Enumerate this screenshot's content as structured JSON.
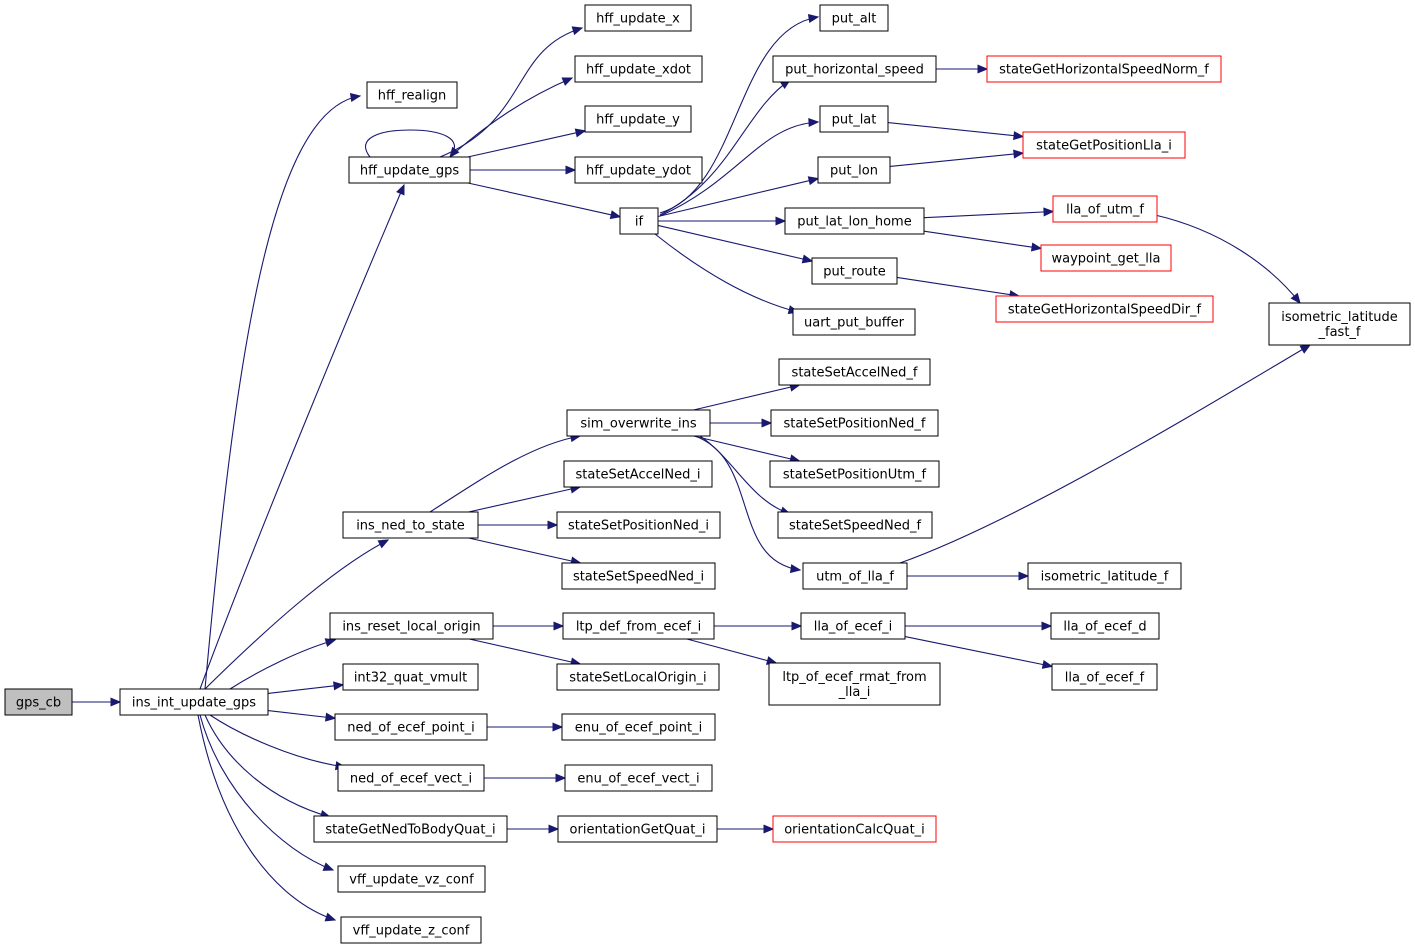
{
  "colors": {
    "edge": "#191970",
    "external_border": "#ff0000",
    "root_fill": "#bfbfbf",
    "node_border": "#000000"
  },
  "nodes": [
    {
      "id": "gps_cb",
      "lines": [
        "gps_cb"
      ],
      "style": "root"
    },
    {
      "id": "ins_int_update_gps",
      "lines": [
        "ins_int_update_gps"
      ]
    },
    {
      "id": "hff_realign",
      "lines": [
        "hff_realign"
      ]
    },
    {
      "id": "hff_update_gps",
      "lines": [
        "hff_update_gps"
      ]
    },
    {
      "id": "hff_update_x",
      "lines": [
        "hff_update_x"
      ]
    },
    {
      "id": "hff_update_xdot",
      "lines": [
        "hff_update_xdot"
      ]
    },
    {
      "id": "hff_update_y",
      "lines": [
        "hff_update_y"
      ]
    },
    {
      "id": "hff_update_ydot",
      "lines": [
        "hff_update_ydot"
      ]
    },
    {
      "id": "if",
      "lines": [
        "if"
      ]
    },
    {
      "id": "put_alt",
      "lines": [
        "put_alt"
      ]
    },
    {
      "id": "put_horizontal_speed",
      "lines": [
        "put_horizontal_speed"
      ]
    },
    {
      "id": "put_lat",
      "lines": [
        "put_lat"
      ]
    },
    {
      "id": "put_lon",
      "lines": [
        "put_lon"
      ]
    },
    {
      "id": "put_lat_lon_home",
      "lines": [
        "put_lat_lon_home"
      ]
    },
    {
      "id": "put_route",
      "lines": [
        "put_route"
      ]
    },
    {
      "id": "uart_put_buffer",
      "lines": [
        "uart_put_buffer"
      ]
    },
    {
      "id": "stateGetHorizontalSpeedNorm_f",
      "lines": [
        "stateGetHorizontalSpeedNorm_f"
      ],
      "style": "ext"
    },
    {
      "id": "stateGetPositionLla_i",
      "lines": [
        "stateGetPositionLla_i"
      ],
      "style": "ext"
    },
    {
      "id": "lla_of_utm_f",
      "lines": [
        "lla_of_utm_f"
      ],
      "style": "ext"
    },
    {
      "id": "waypoint_get_lla",
      "lines": [
        "waypoint_get_lla"
      ],
      "style": "ext"
    },
    {
      "id": "stateGetHorizontalSpeedDir_f",
      "lines": [
        "stateGetHorizontalSpeedDir_f"
      ],
      "style": "ext"
    },
    {
      "id": "isometric_latitude_fast_f",
      "lines": [
        "isometric_latitude",
        "_fast_f"
      ]
    },
    {
      "id": "sim_overwrite_ins",
      "lines": [
        "sim_overwrite_ins"
      ]
    },
    {
      "id": "stateSetAccelNed_f",
      "lines": [
        "stateSetAccelNed_f"
      ]
    },
    {
      "id": "stateSetPositionNed_f",
      "lines": [
        "stateSetPositionNed_f"
      ]
    },
    {
      "id": "stateSetPositionUtm_f",
      "lines": [
        "stateSetPositionUtm_f"
      ]
    },
    {
      "id": "stateSetSpeedNed_f",
      "lines": [
        "stateSetSpeedNed_f"
      ]
    },
    {
      "id": "utm_of_lla_f",
      "lines": [
        "utm_of_lla_f"
      ]
    },
    {
      "id": "isometric_latitude_f",
      "lines": [
        "isometric_latitude_f"
      ]
    },
    {
      "id": "ins_ned_to_state",
      "lines": [
        "ins_ned_to_state"
      ]
    },
    {
      "id": "stateSetAccelNed_i",
      "lines": [
        "stateSetAccelNed_i"
      ]
    },
    {
      "id": "stateSetPositionNed_i",
      "lines": [
        "stateSetPositionNed_i"
      ]
    },
    {
      "id": "stateSetSpeedNed_i",
      "lines": [
        "stateSetSpeedNed_i"
      ]
    },
    {
      "id": "ins_reset_local_origin",
      "lines": [
        "ins_reset_local_origin"
      ]
    },
    {
      "id": "ltp_def_from_ecef_i",
      "lines": [
        "ltp_def_from_ecef_i"
      ]
    },
    {
      "id": "lla_of_ecef_i",
      "lines": [
        "lla_of_ecef_i"
      ]
    },
    {
      "id": "lla_of_ecef_d",
      "lines": [
        "lla_of_ecef_d"
      ]
    },
    {
      "id": "lla_of_ecef_f",
      "lines": [
        "lla_of_ecef_f"
      ]
    },
    {
      "id": "ltp_of_ecef_rmat_from_lla_i",
      "lines": [
        "ltp_of_ecef_rmat_from",
        "_lla_i"
      ]
    },
    {
      "id": "stateSetLocalOrigin_i",
      "lines": [
        "stateSetLocalOrigin_i"
      ]
    },
    {
      "id": "int32_quat_vmult",
      "lines": [
        "int32_quat_vmult"
      ]
    },
    {
      "id": "ned_of_ecef_point_i",
      "lines": [
        "ned_of_ecef_point_i"
      ]
    },
    {
      "id": "enu_of_ecef_point_i",
      "lines": [
        "enu_of_ecef_point_i"
      ]
    },
    {
      "id": "ned_of_ecef_vect_i",
      "lines": [
        "ned_of_ecef_vect_i"
      ]
    },
    {
      "id": "enu_of_ecef_vect_i",
      "lines": [
        "enu_of_ecef_vect_i"
      ]
    },
    {
      "id": "stateGetNedToBodyQuat_i",
      "lines": [
        "stateGetNedToBodyQuat_i"
      ]
    },
    {
      "id": "orientationGetQuat_i",
      "lines": [
        "orientationGetQuat_i"
      ]
    },
    {
      "id": "orientationCalcQuat_i",
      "lines": [
        "orientationCalcQuat_i"
      ],
      "style": "ext"
    },
    {
      "id": "vff_update_vz_conf",
      "lines": [
        "vff_update_vz_conf"
      ]
    },
    {
      "id": "vff_update_z_conf",
      "lines": [
        "vff_update_z_conf"
      ]
    }
  ],
  "edges": [
    [
      "gps_cb",
      "ins_int_update_gps"
    ],
    [
      "ins_int_update_gps",
      "hff_realign"
    ],
    [
      "ins_int_update_gps",
      "hff_update_gps"
    ],
    [
      "ins_int_update_gps",
      "ins_ned_to_state"
    ],
    [
      "ins_int_update_gps",
      "ins_reset_local_origin"
    ],
    [
      "ins_int_update_gps",
      "int32_quat_vmult"
    ],
    [
      "ins_int_update_gps",
      "ned_of_ecef_point_i"
    ],
    [
      "ins_int_update_gps",
      "ned_of_ecef_vect_i"
    ],
    [
      "ins_int_update_gps",
      "stateGetNedToBodyQuat_i"
    ],
    [
      "ins_int_update_gps",
      "vff_update_vz_conf"
    ],
    [
      "ins_int_update_gps",
      "vff_update_z_conf"
    ],
    [
      "hff_update_gps",
      "hff_update_gps"
    ],
    [
      "hff_update_gps",
      "hff_update_x"
    ],
    [
      "hff_update_gps",
      "hff_update_xdot"
    ],
    [
      "hff_update_gps",
      "hff_update_y"
    ],
    [
      "hff_update_gps",
      "hff_update_ydot"
    ],
    [
      "hff_update_gps",
      "if"
    ],
    [
      "if",
      "put_alt"
    ],
    [
      "if",
      "put_horizontal_speed"
    ],
    [
      "if",
      "put_lat"
    ],
    [
      "if",
      "put_lon"
    ],
    [
      "if",
      "put_lat_lon_home"
    ],
    [
      "if",
      "put_route"
    ],
    [
      "if",
      "uart_put_buffer"
    ],
    [
      "put_horizontal_speed",
      "stateGetHorizontalSpeedNorm_f"
    ],
    [
      "put_lat",
      "stateGetPositionLla_i"
    ],
    [
      "put_lon",
      "stateGetPositionLla_i"
    ],
    [
      "put_lat_lon_home",
      "lla_of_utm_f"
    ],
    [
      "put_lat_lon_home",
      "waypoint_get_lla"
    ],
    [
      "put_route",
      "stateGetHorizontalSpeedDir_f"
    ],
    [
      "lla_of_utm_f",
      "isometric_latitude_fast_f"
    ],
    [
      "ins_ned_to_state",
      "sim_overwrite_ins"
    ],
    [
      "ins_ned_to_state",
      "stateSetAccelNed_i"
    ],
    [
      "ins_ned_to_state",
      "stateSetPositionNed_i"
    ],
    [
      "ins_ned_to_state",
      "stateSetSpeedNed_i"
    ],
    [
      "sim_overwrite_ins",
      "stateSetAccelNed_f"
    ],
    [
      "sim_overwrite_ins",
      "stateSetPositionNed_f"
    ],
    [
      "sim_overwrite_ins",
      "stateSetPositionUtm_f"
    ],
    [
      "sim_overwrite_ins",
      "stateSetSpeedNed_f"
    ],
    [
      "sim_overwrite_ins",
      "utm_of_lla_f"
    ],
    [
      "utm_of_lla_f",
      "isometric_latitude_f"
    ],
    [
      "utm_of_lla_f",
      "isometric_latitude_fast_f"
    ],
    [
      "ins_reset_local_origin",
      "ltp_def_from_ecef_i"
    ],
    [
      "ins_reset_local_origin",
      "stateSetLocalOrigin_i"
    ],
    [
      "ltp_def_from_ecef_i",
      "lla_of_ecef_i"
    ],
    [
      "ltp_def_from_ecef_i",
      "ltp_of_ecef_rmat_from_lla_i"
    ],
    [
      "lla_of_ecef_i",
      "lla_of_ecef_d"
    ],
    [
      "lla_of_ecef_i",
      "lla_of_ecef_f"
    ],
    [
      "ned_of_ecef_point_i",
      "enu_of_ecef_point_i"
    ],
    [
      "ned_of_ecef_vect_i",
      "enu_of_ecef_vect_i"
    ],
    [
      "stateGetNedToBodyQuat_i",
      "orientationGetQuat_i"
    ],
    [
      "orientationGetQuat_i",
      "orientationCalcQuat_i"
    ]
  ]
}
